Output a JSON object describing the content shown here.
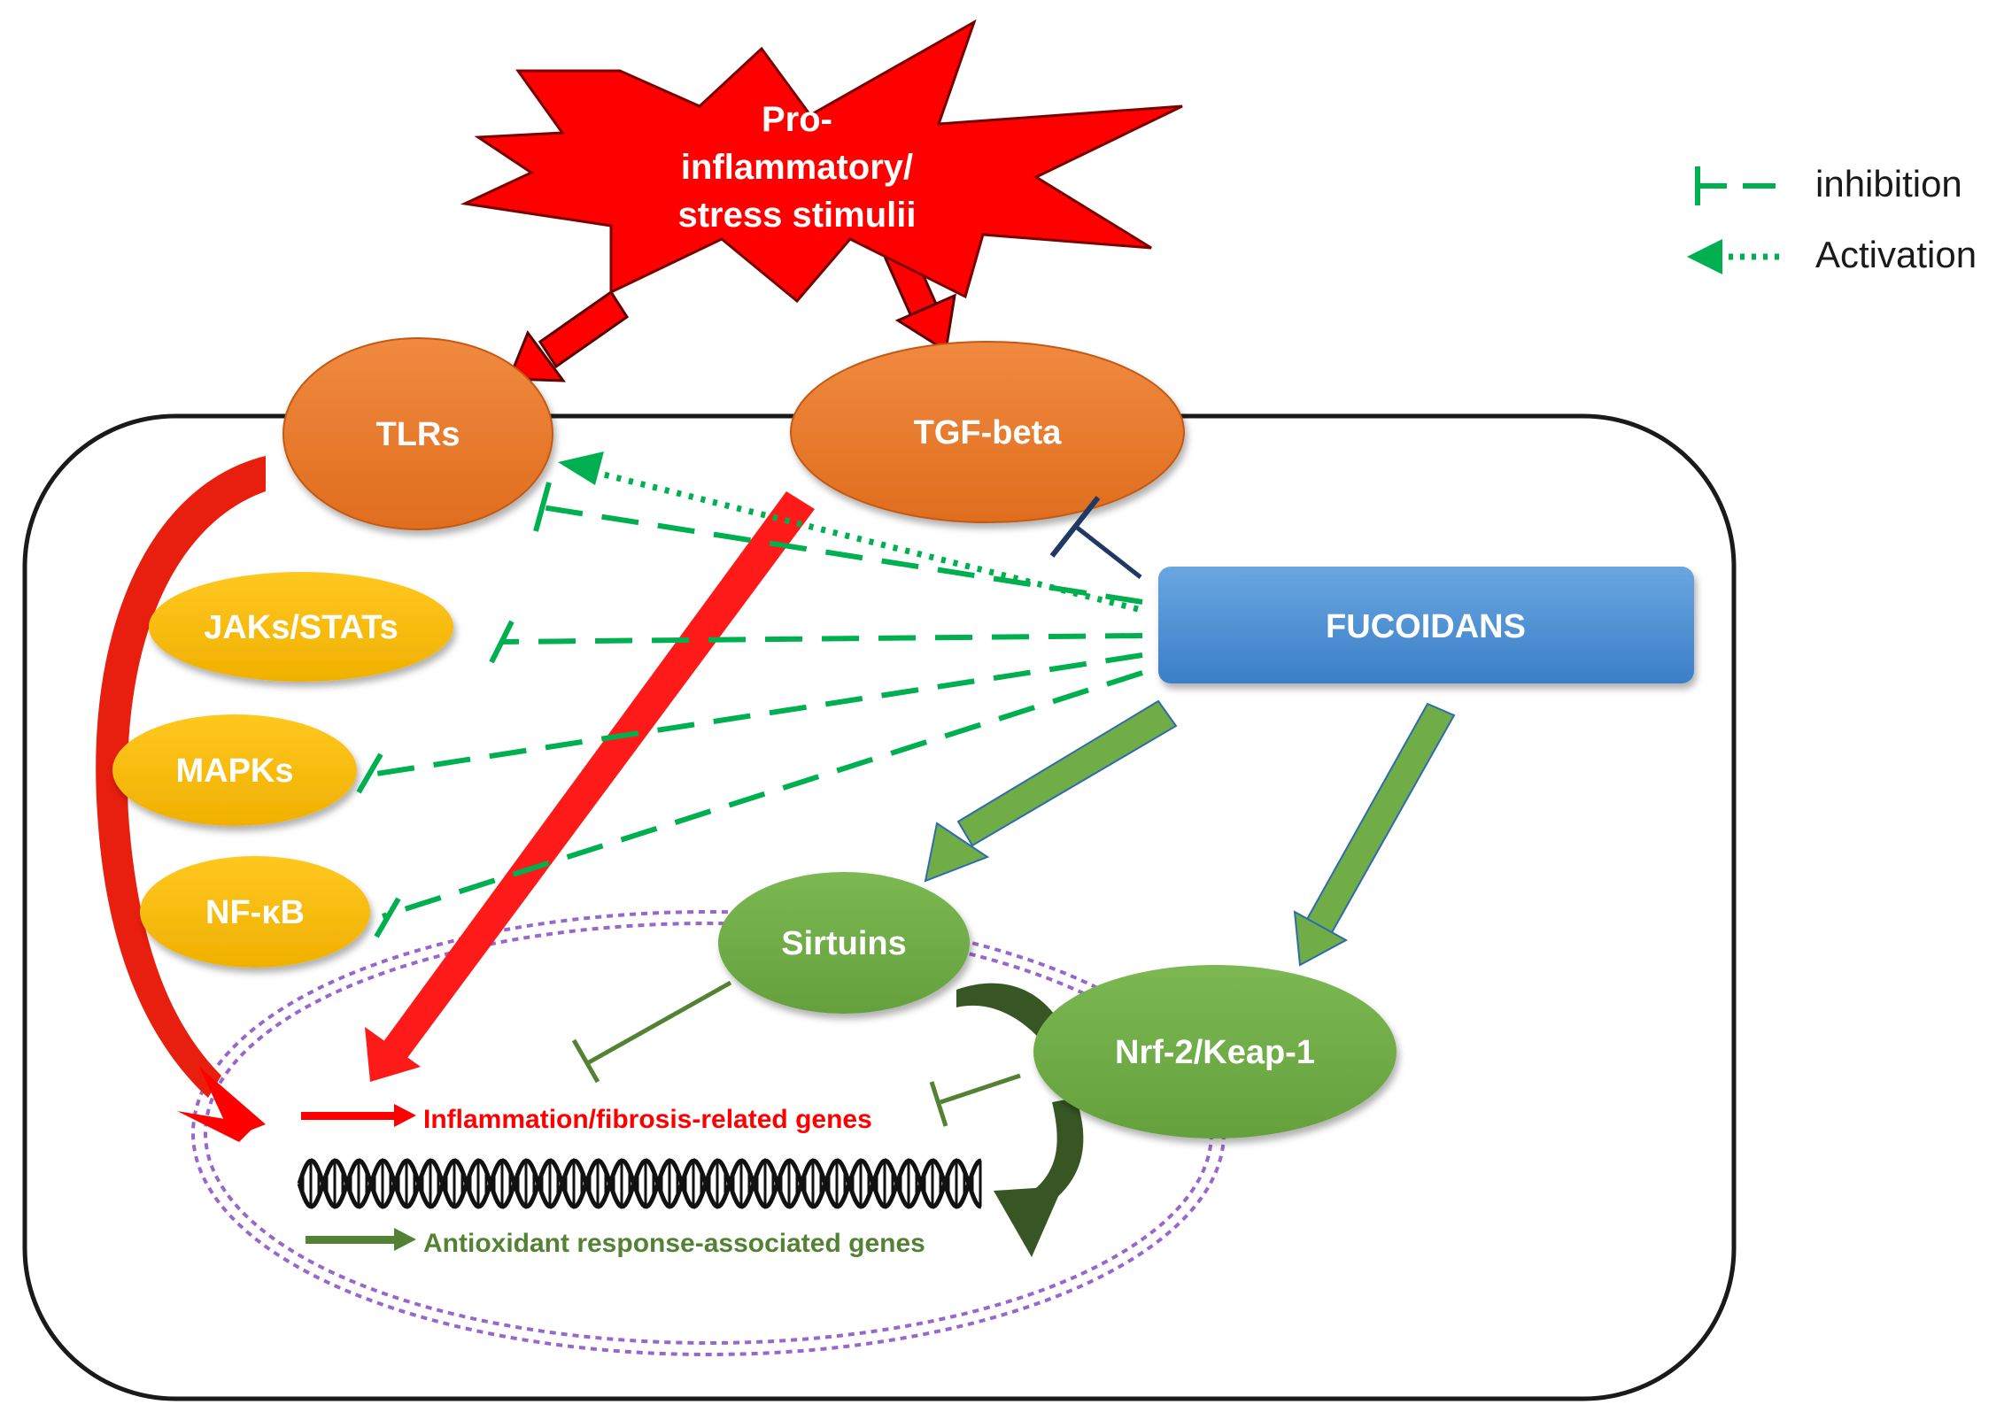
{
  "stimulus": {
    "line1": "Pro-",
    "line2": "inflammatory/",
    "line3": "stress stimulii"
  },
  "nodes": {
    "tlrs": "TLRs",
    "tgf": "TGF-beta",
    "jaks": "JAKs/STATs",
    "mapks": "MAPKs",
    "nfkb": "NF-κB",
    "fucoidans": "FUCOIDANS",
    "sirtuins": "Sirtuins",
    "nrf2": "Nrf-2/Keap-1"
  },
  "genes": {
    "inflammation": "Inflammation/fibrosis-related genes",
    "antioxidant": "Antioxidant response-associated genes"
  },
  "legend": {
    "inhibition": "inhibition",
    "activation": "Activation"
  },
  "colors": {
    "stimulus": "#ff0000",
    "receptor": "#ed7d31",
    "kinase": "#ffc000",
    "fucoidan": "#4a8fd4",
    "green_node": "#70ad47",
    "inhibit_line": "#00b050",
    "red_arrow": "#ff0000",
    "nucleus": "#9966cc"
  }
}
